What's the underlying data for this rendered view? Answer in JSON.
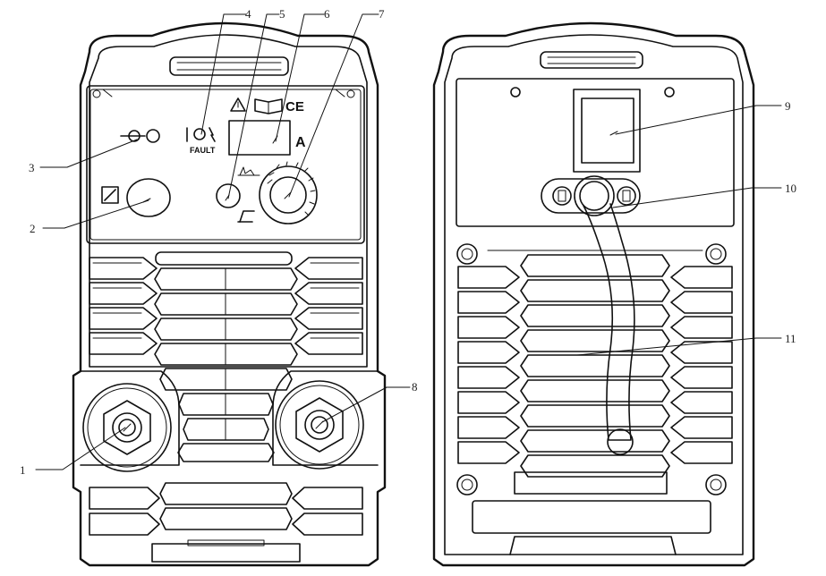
{
  "callouts": [
    {
      "id": "1",
      "label": "1"
    },
    {
      "id": "2",
      "label": "2"
    },
    {
      "id": "3",
      "label": "3"
    },
    {
      "id": "4",
      "label": "4"
    },
    {
      "id": "5",
      "label": "5"
    },
    {
      "id": "6",
      "label": "6"
    },
    {
      "id": "7",
      "label": "7"
    },
    {
      "id": "8",
      "label": "8"
    },
    {
      "id": "9",
      "label": "9"
    },
    {
      "id": "10",
      "label": "10"
    },
    {
      "id": "11",
      "label": "11"
    }
  ],
  "front_panel": {
    "fault_label": "FAULT",
    "ampere_unit": "A",
    "ce_mark": "CE",
    "icons": [
      "power-indicator-icon",
      "fault-indicator-icon",
      "warning-icon",
      "manual-book-icon",
      "ce-mark-icon",
      "mode-selector-icon",
      "arc-force-icon",
      "hot-start-icon"
    ]
  },
  "colors": {
    "line": "#111111",
    "background": "#ffffff",
    "callout_text": "#222222"
  }
}
